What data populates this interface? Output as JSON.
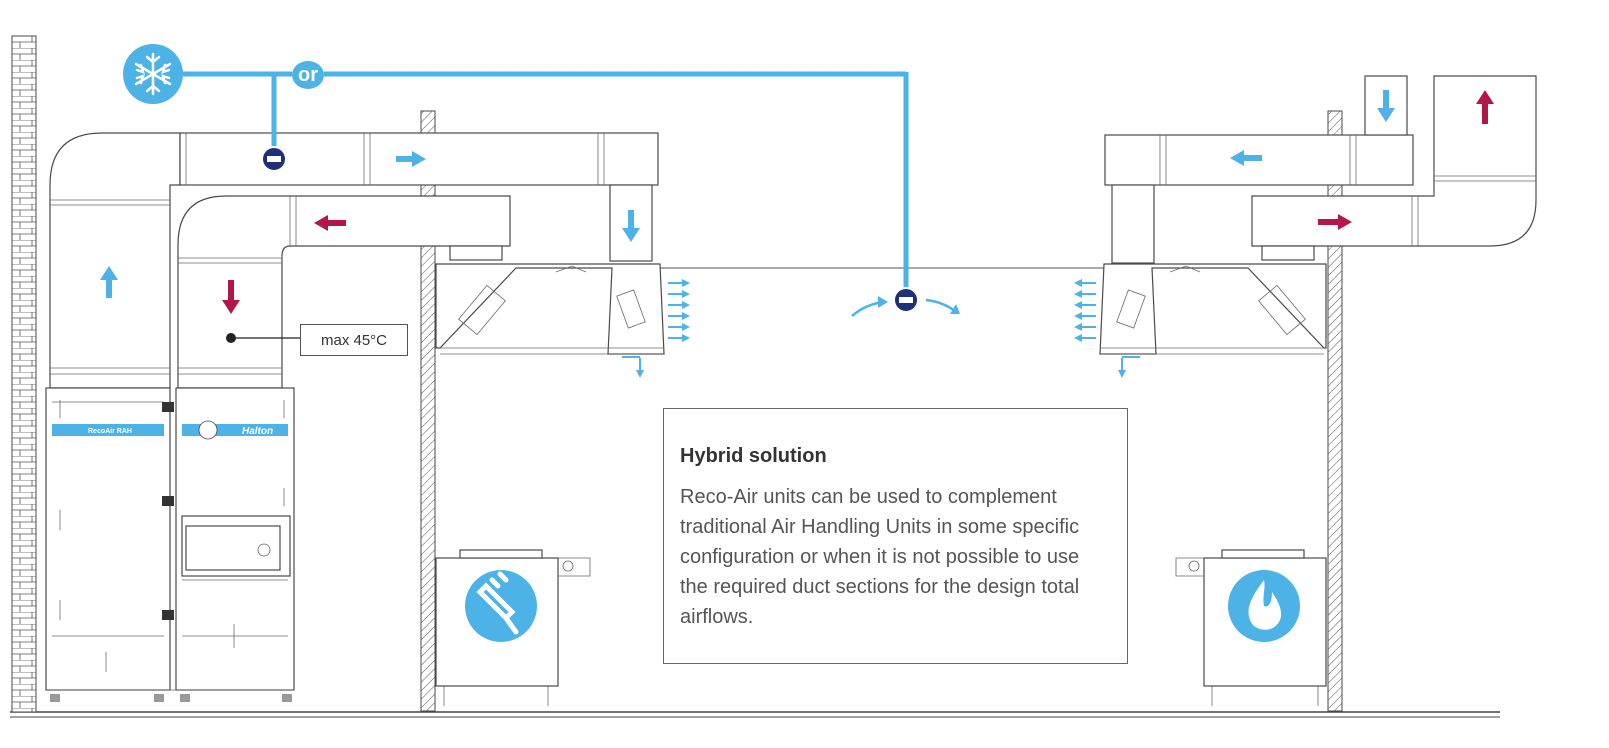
{
  "annotations": {
    "temperature_label": "max 45°C",
    "or_label": "or"
  },
  "unit": {
    "model_label": "RecoAir RAH",
    "brand_label": "Halton"
  },
  "info": {
    "title": "Hybrid solution",
    "body": "Reco-Air units can be used to complement traditional Air Handling Units in some specific configuration or when it is not possible to use the required duct sections for the design total airflows."
  },
  "icons": {
    "cooling": "snowflake-icon",
    "electric": "electric-plug-icon",
    "gas": "flame-icon",
    "damper": "minus-damper-icon"
  },
  "colors": {
    "supply_blue": "#4db3e6",
    "exhaust_red": "#b3174a",
    "damper_navy": "#1f2f7a"
  }
}
